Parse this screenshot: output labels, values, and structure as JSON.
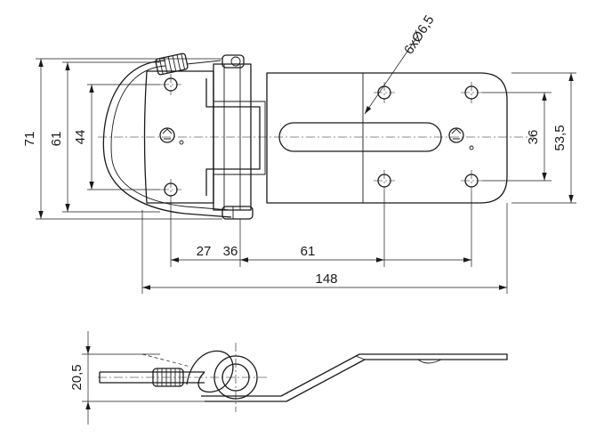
{
  "top_view": {
    "dimensions": {
      "overall_height": "71",
      "outer_hole_span": "61",
      "left_hole_pitch": "44",
      "right_hole_pitch": "36",
      "right_overall_height": "53,5",
      "dim_27": "27",
      "dim_36": "36",
      "dim_61": "61",
      "overall_length": "148",
      "hole_callout": "6xØ6,5"
    }
  },
  "side_view": {
    "dimensions": {
      "height": "20,5"
    }
  }
}
